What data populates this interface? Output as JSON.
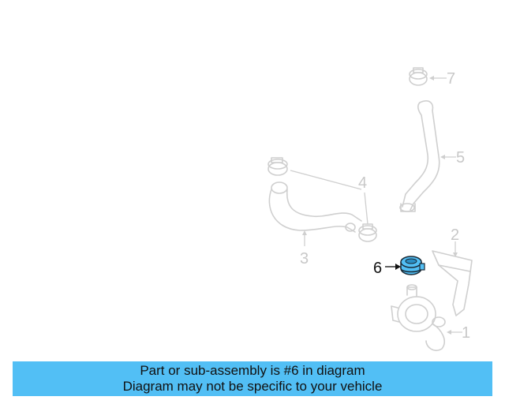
{
  "diagram": {
    "callouts": {
      "c1": "1",
      "c2": "2",
      "c3": "3",
      "c4": "4",
      "c5": "5",
      "c6": "6",
      "c7": "7"
    },
    "highlight_color": "#52bff5",
    "highlighted_part": "6"
  },
  "banner": {
    "line1": "Part or sub-assembly is #6 in diagram",
    "line2": "Diagram may not be specific to your vehicle",
    "background": "#52bff5"
  }
}
